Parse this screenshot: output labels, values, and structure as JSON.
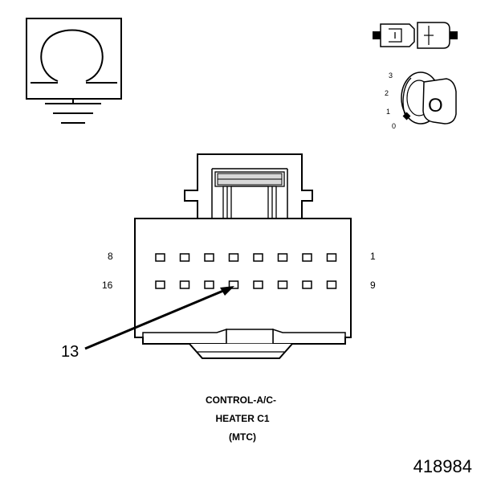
{
  "connector": {
    "pins_top_row": {
      "left": "8",
      "right": "1"
    },
    "pins_bottom_row": {
      "left": "16",
      "right": "9"
    },
    "callout_pin": "13",
    "cavity_count_per_row": 8
  },
  "key_positions": [
    "3",
    "2",
    "1",
    "0"
  ],
  "key_label": "O",
  "caption": {
    "line1": "CONTROL-A/C-",
    "line2": "HEATER C1",
    "line3": "(MTC)"
  },
  "figure_number": "418984",
  "colors": {
    "ink": "#000000",
    "paper": "#ffffff",
    "fill_gray": "#d9d9d9"
  },
  "icons": [
    "ground-symbol-icon",
    "connector-plug-icon",
    "ignition-key-icon"
  ]
}
